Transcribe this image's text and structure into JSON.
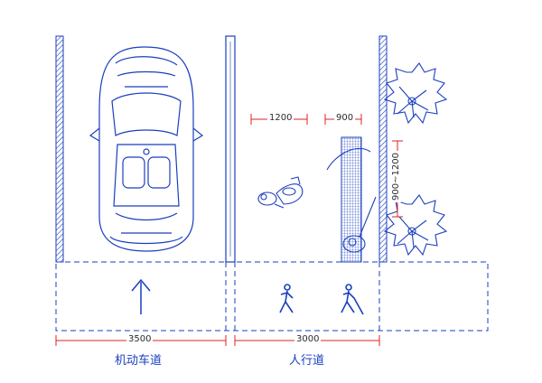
{
  "dimensions": {
    "car_lane_width": "3500",
    "sidewalk_width": "3000",
    "wheelchair_width": "1200",
    "blind_path_width": "900",
    "tree_spacing": "900~1200"
  },
  "labels": {
    "car_lane": "机动车道",
    "sidewalk": "人行道"
  },
  "colors": {
    "line": "#1a3fbf",
    "dimension": "#e02020",
    "text": "#2a2a2a"
  },
  "icons": [
    "up-arrow-icon",
    "pedestrian-icon",
    "blind-person-icon",
    "car-icon",
    "wheelchair-icon",
    "tree-icon"
  ]
}
